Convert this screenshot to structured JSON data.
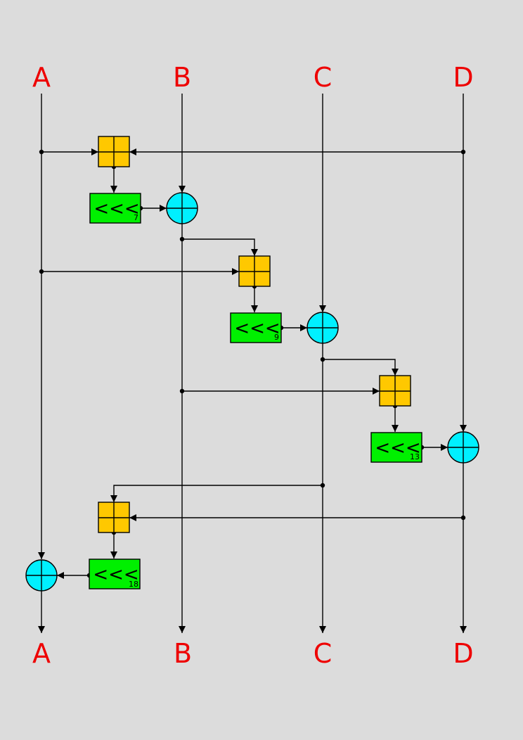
{
  "labels": {
    "top": [
      "A",
      "B",
      "C",
      "D"
    ],
    "bottom": [
      "A",
      "B",
      "C",
      "D"
    ]
  },
  "rotations": [
    {
      "symbol": "<<<",
      "amount": "7"
    },
    {
      "symbol": "<<<",
      "amount": "9"
    },
    {
      "symbol": "<<<",
      "amount": "13"
    },
    {
      "symbol": "<<<",
      "amount": "18"
    }
  ],
  "colors": {
    "background": "#dcdcdc",
    "label": "#ee0000",
    "adder": "#ffc800",
    "xor": "#00f0ff",
    "rotate": "#00f000",
    "wire": "#000000"
  }
}
